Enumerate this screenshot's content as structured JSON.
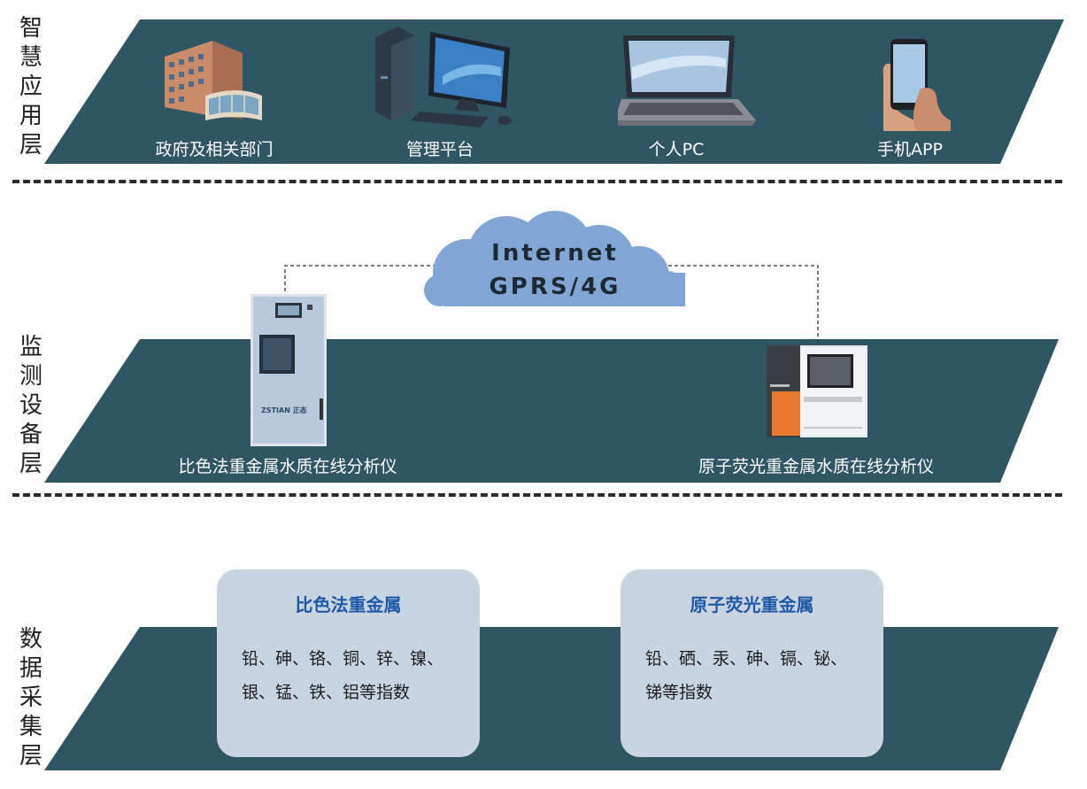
{
  "layers": {
    "application": {
      "label": [
        "智",
        "慧",
        "应",
        "用",
        "层"
      ],
      "items": [
        {
          "icon": "government-building-icon",
          "caption": "政府及相关部门"
        },
        {
          "icon": "desktop-computer-icon",
          "caption": "管理平台"
        },
        {
          "icon": "laptop-icon",
          "caption": "个人PC"
        },
        {
          "icon": "mobile-phone-icon",
          "caption": "手机APP"
        }
      ]
    },
    "monitoring": {
      "label": [
        "监",
        "测",
        "设",
        "备",
        "层"
      ],
      "network": {
        "line1": "Internet",
        "line2": "GPRS/4G"
      },
      "devices": [
        {
          "icon": "colorimetric-analyzer-icon",
          "caption": "比色法重金属水质在线分析仪",
          "brand": "ZSTIAN 正态"
        },
        {
          "icon": "atomic-fluorescence-analyzer-icon",
          "caption": "原子荧光重金属水质在线分析仪"
        }
      ]
    },
    "collection": {
      "label": [
        "数",
        "据",
        "采",
        "集",
        "层"
      ],
      "cards": [
        {
          "title": "比色法重金属",
          "lines": [
            "铅、砷、铬、铜、锌、镍、",
            "银、锰、铁、铝等指数"
          ]
        },
        {
          "title": "原子荧光重金属",
          "lines": [
            "铅、硒、汞、砷、镉、铋、",
            "锑等指数"
          ]
        }
      ]
    }
  },
  "colors": {
    "band": "#2f5663",
    "cloud": "#7fa6d4",
    "card": "#c8d4e0",
    "card_title": "#1f5aa8"
  }
}
